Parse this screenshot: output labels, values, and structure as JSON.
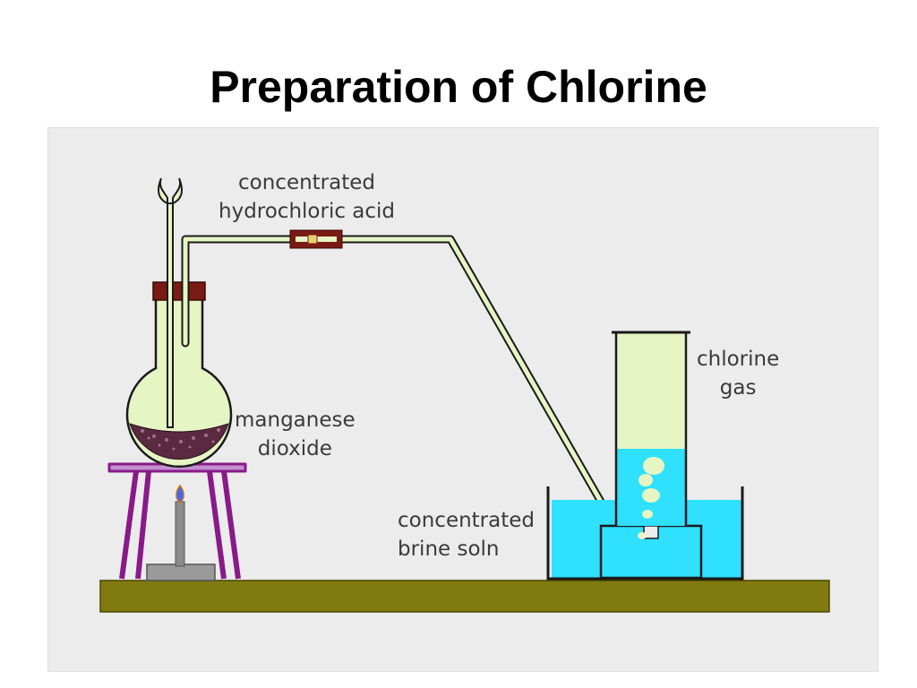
{
  "slide": {
    "title": "Preparation of Chlorine"
  },
  "diagram": {
    "labels": {
      "hydrochloric_acid": [
        "concentrated",
        "hydrochloric acid"
      ],
      "manganese_dioxide": [
        "manganese",
        "dioxide"
      ],
      "brine": [
        "concentrated",
        "brine soln"
      ],
      "chlorine_gas": [
        "chlorine",
        "gas"
      ]
    },
    "colors": {
      "panel_background": "#ececec",
      "flask_liquid": "#e6f5c4",
      "glass_outline": "#1a1a1a",
      "rubber_stopper": "#7a1a14",
      "tripod_stand": "#8a1a8a",
      "bench": "#807a10",
      "brine_water": "#2fe0ff",
      "gas_in_jar": "#e6f5c4",
      "burner": "#8c8c8c",
      "flame": "#4466ff"
    },
    "icons": {
      "apparatus": "chlorine-preparation-apparatus"
    }
  }
}
